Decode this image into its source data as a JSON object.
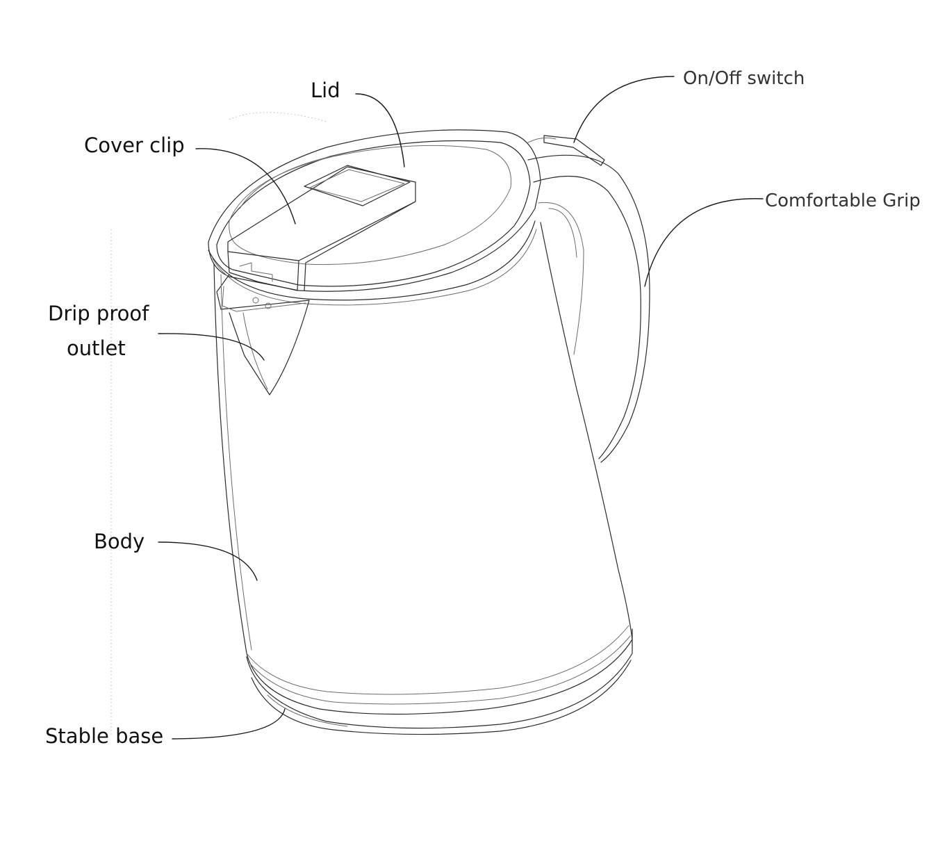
{
  "diagram": {
    "subject": "electric kettle line drawing",
    "labels": {
      "lid": "Lid",
      "cover_clip": "Cover clip",
      "on_off_switch": "On/Off switch",
      "comfortable_grip": "Comfortable Grip",
      "drip_proof_line1": "Drip proof",
      "drip_proof_line2": "outlet",
      "body": "Body",
      "stable_base": "Stable base"
    }
  },
  "colors": {
    "background": "#ffffff",
    "ink": "#2a2a2a",
    "label_text": "#111111"
  }
}
